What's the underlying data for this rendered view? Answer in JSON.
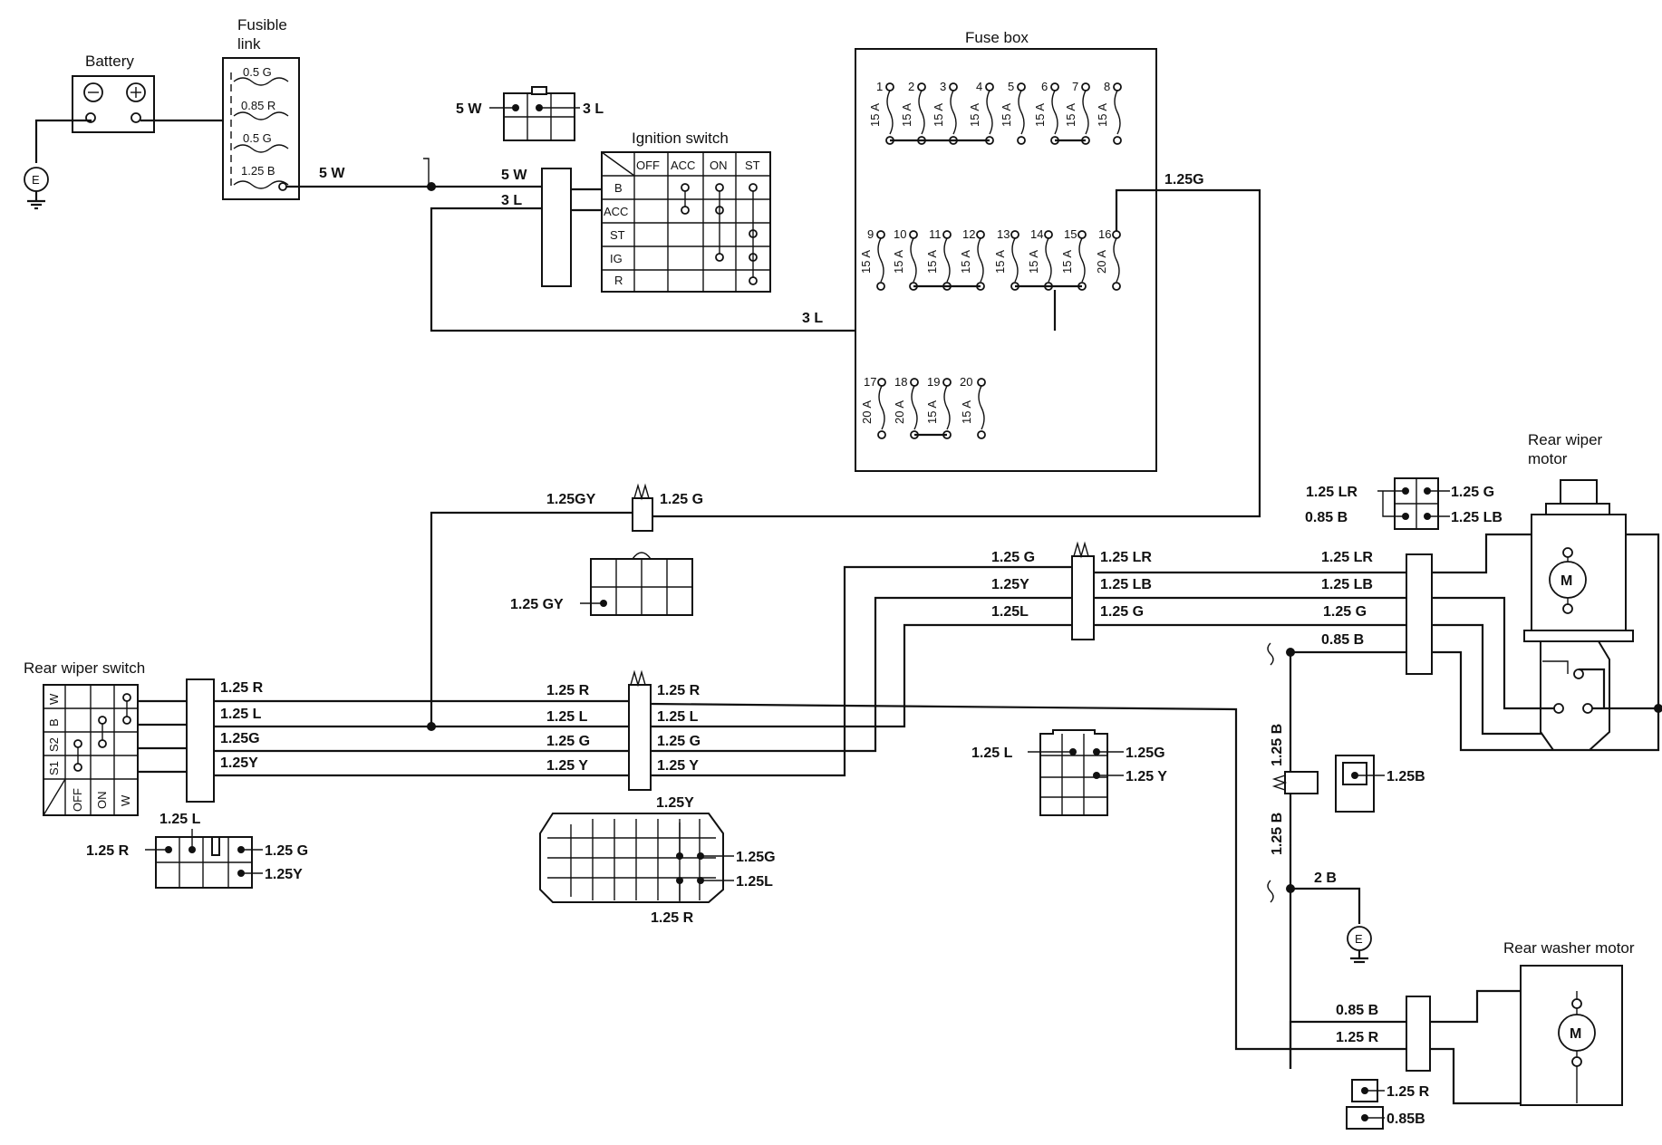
{
  "components": {
    "battery": "Battery",
    "fusible_link": [
      "Fusible",
      "link"
    ],
    "fuse_box": "Fuse box",
    "ignition_switch": "Ignition switch",
    "rear_wiper_switch": "Rear wiper switch",
    "rear_wiper_motor": [
      "Rear wiper",
      "motor"
    ],
    "rear_washer_motor": "Rear washer motor"
  },
  "fusible_link_wires": [
    "0.5 G",
    "0.85 R",
    "0.5 G",
    "1.25 B"
  ],
  "ignition_switch": {
    "columns": [
      "OFF",
      "ACC",
      "ON",
      "ST"
    ],
    "rows": [
      "B",
      "ACC",
      "ST",
      "IG",
      "R"
    ]
  },
  "wiper_switch": {
    "rows": [
      "W",
      "B",
      "S2",
      "S1"
    ],
    "positions": [
      "OFF",
      "ON",
      "W"
    ]
  },
  "fuses": {
    "top": [
      {
        "n": "1",
        "a": "15 A"
      },
      {
        "n": "2",
        "a": "15 A"
      },
      {
        "n": "3",
        "a": "15 A"
      },
      {
        "n": "4",
        "a": "15 A"
      },
      {
        "n": "5",
        "a": "15 A"
      },
      {
        "n": "6",
        "a": "15 A"
      },
      {
        "n": "7",
        "a": "15 A"
      },
      {
        "n": "8",
        "a": "15 A"
      }
    ],
    "middle": [
      {
        "n": "9",
        "a": "15 A"
      },
      {
        "n": "10",
        "a": "15 A"
      },
      {
        "n": "11",
        "a": "15 A"
      },
      {
        "n": "12",
        "a": "15 A"
      },
      {
        "n": "13",
        "a": "15 A"
      },
      {
        "n": "14",
        "a": "15 A"
      },
      {
        "n": "15",
        "a": "15 A"
      },
      {
        "n": "16",
        "a": "20 A"
      }
    ],
    "bottom": [
      {
        "n": "17",
        "a": "20 A"
      },
      {
        "n": "18",
        "a": "20 A"
      },
      {
        "n": "19",
        "a": "15 A"
      },
      {
        "n": "20",
        "a": "15 A"
      }
    ]
  },
  "wires": {
    "w_5w": "5 W",
    "w_3l": "3 L",
    "w_125g": "1.25G",
    "w_125gy": "1.25 GY",
    "w_125g_sp": "1.25 G",
    "w_125r": "1.25 R",
    "w_125l": "1.25 L",
    "w_125y": "1.25 Y",
    "w_125lr": "1.25 LR",
    "w_125lb": "1.25 LB",
    "w_085b": "0.85 B",
    "w_125b": "1.25 B",
    "w_125b_tight": "1.25B",
    "w_2b": "2 B",
    "w_085b_tight": "0.85B",
    "w_125r_tight": "1.25R",
    "w_125y_tight": "1.25Y",
    "w_125l_tight": "1.25L",
    "w_125g_tight": "1.25G",
    "w_125gy_tight": "1.25GY",
    "w_125g_near": "1.25 G",
    "w_125y_sp": "1.25 Y"
  },
  "symbols": {
    "ground": "E",
    "motor": "M",
    "battery_neg": "−",
    "battery_pos": "+"
  }
}
